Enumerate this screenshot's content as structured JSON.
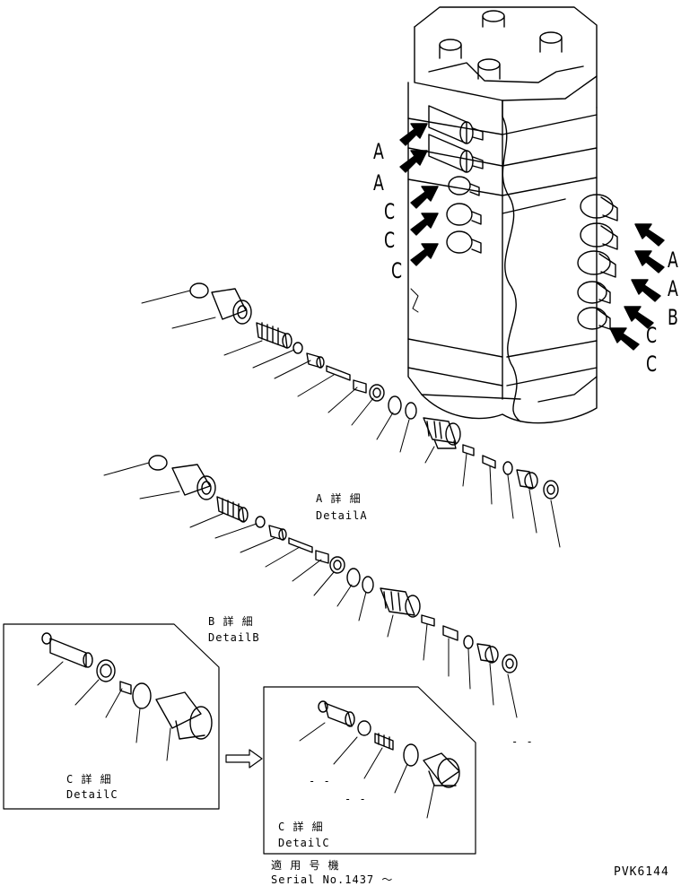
{
  "drawing": {
    "code": "PVK6144",
    "applicability": {
      "ja": "適 用 号 機",
      "serial": "Serial No.1437 ～"
    }
  },
  "valve_labels": {
    "left": [
      "A",
      "A",
      "C",
      "C",
      "C"
    ],
    "right": [
      "A",
      "A",
      "B",
      "C",
      "C"
    ]
  },
  "details": {
    "a": {
      "ja": "A 詳 細",
      "en": "DetailA"
    },
    "b": {
      "ja": "B 詳 細",
      "en": "DetailB"
    },
    "c_old": {
      "ja": "C 詳 細",
      "en": "DetailC"
    },
    "c_new": {
      "ja": "C 詳 細",
      "en": "DetailC"
    }
  },
  "placeholders": {
    "new_a": "- -",
    "new_b": "- -",
    "b_end": "- -"
  }
}
